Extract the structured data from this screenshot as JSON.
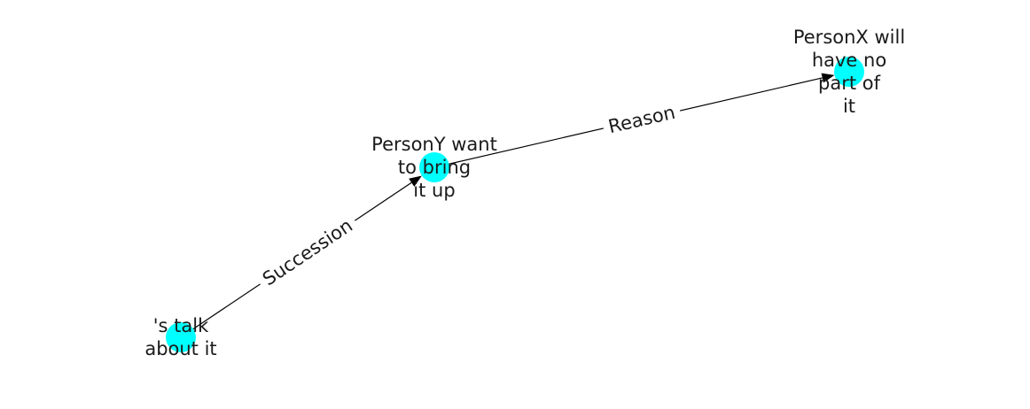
{
  "diagram": {
    "type": "directed-graph",
    "node_color": "#00ffff",
    "edge_color": "#000000",
    "nodes": [
      {
        "id": "n1",
        "lines": [
          "PersonX will",
          "have no",
          "part of",
          "it"
        ]
      },
      {
        "id": "n2",
        "lines": [
          "PersonY want",
          "to bring",
          "it up"
        ]
      },
      {
        "id": "n3",
        "lines": [
          "'s talk",
          "about it"
        ]
      }
    ],
    "edges": [
      {
        "from": "n3",
        "to": "n2",
        "label": "Succession"
      },
      {
        "from": "n2",
        "to": "n1",
        "label": "Reason"
      }
    ]
  }
}
